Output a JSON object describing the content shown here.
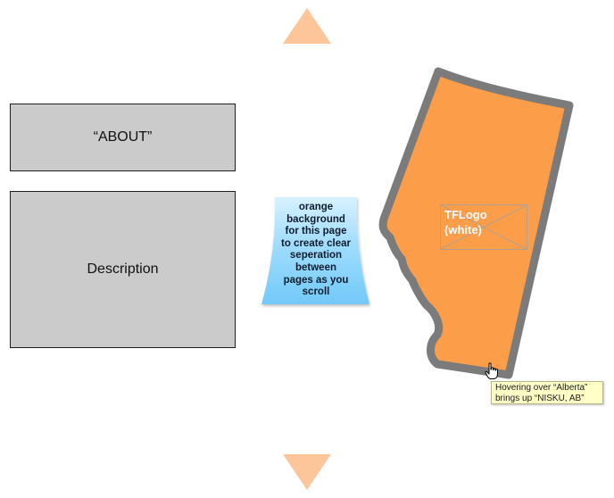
{
  "nav": {
    "up_arrow_icon": "triangle-up",
    "down_arrow_icon": "triangle-down"
  },
  "boxes": {
    "about_label": "“ABOUT”",
    "description_label": "Description"
  },
  "sticky_note": {
    "lines": [
      "orange",
      "background",
      "for this page",
      "to create clear",
      "seperation",
      "between",
      "pages as you",
      "scroll"
    ]
  },
  "map": {
    "region": "Alberta",
    "fill_color": "#fc9d4a",
    "border_color": "#7b7b7b"
  },
  "logo_placeholder": {
    "lines": [
      "TFLogo",
      "(white)"
    ]
  },
  "tooltip": {
    "lines": [
      "Hovering over “Alberta”",
      "brings up “NISKU, AB”"
    ]
  },
  "colors": {
    "arrow": "#fdc69a",
    "box_fill": "#cbcbcb",
    "note_fill": "#7dd0fb",
    "tooltip_bg": "#ffffc8"
  }
}
